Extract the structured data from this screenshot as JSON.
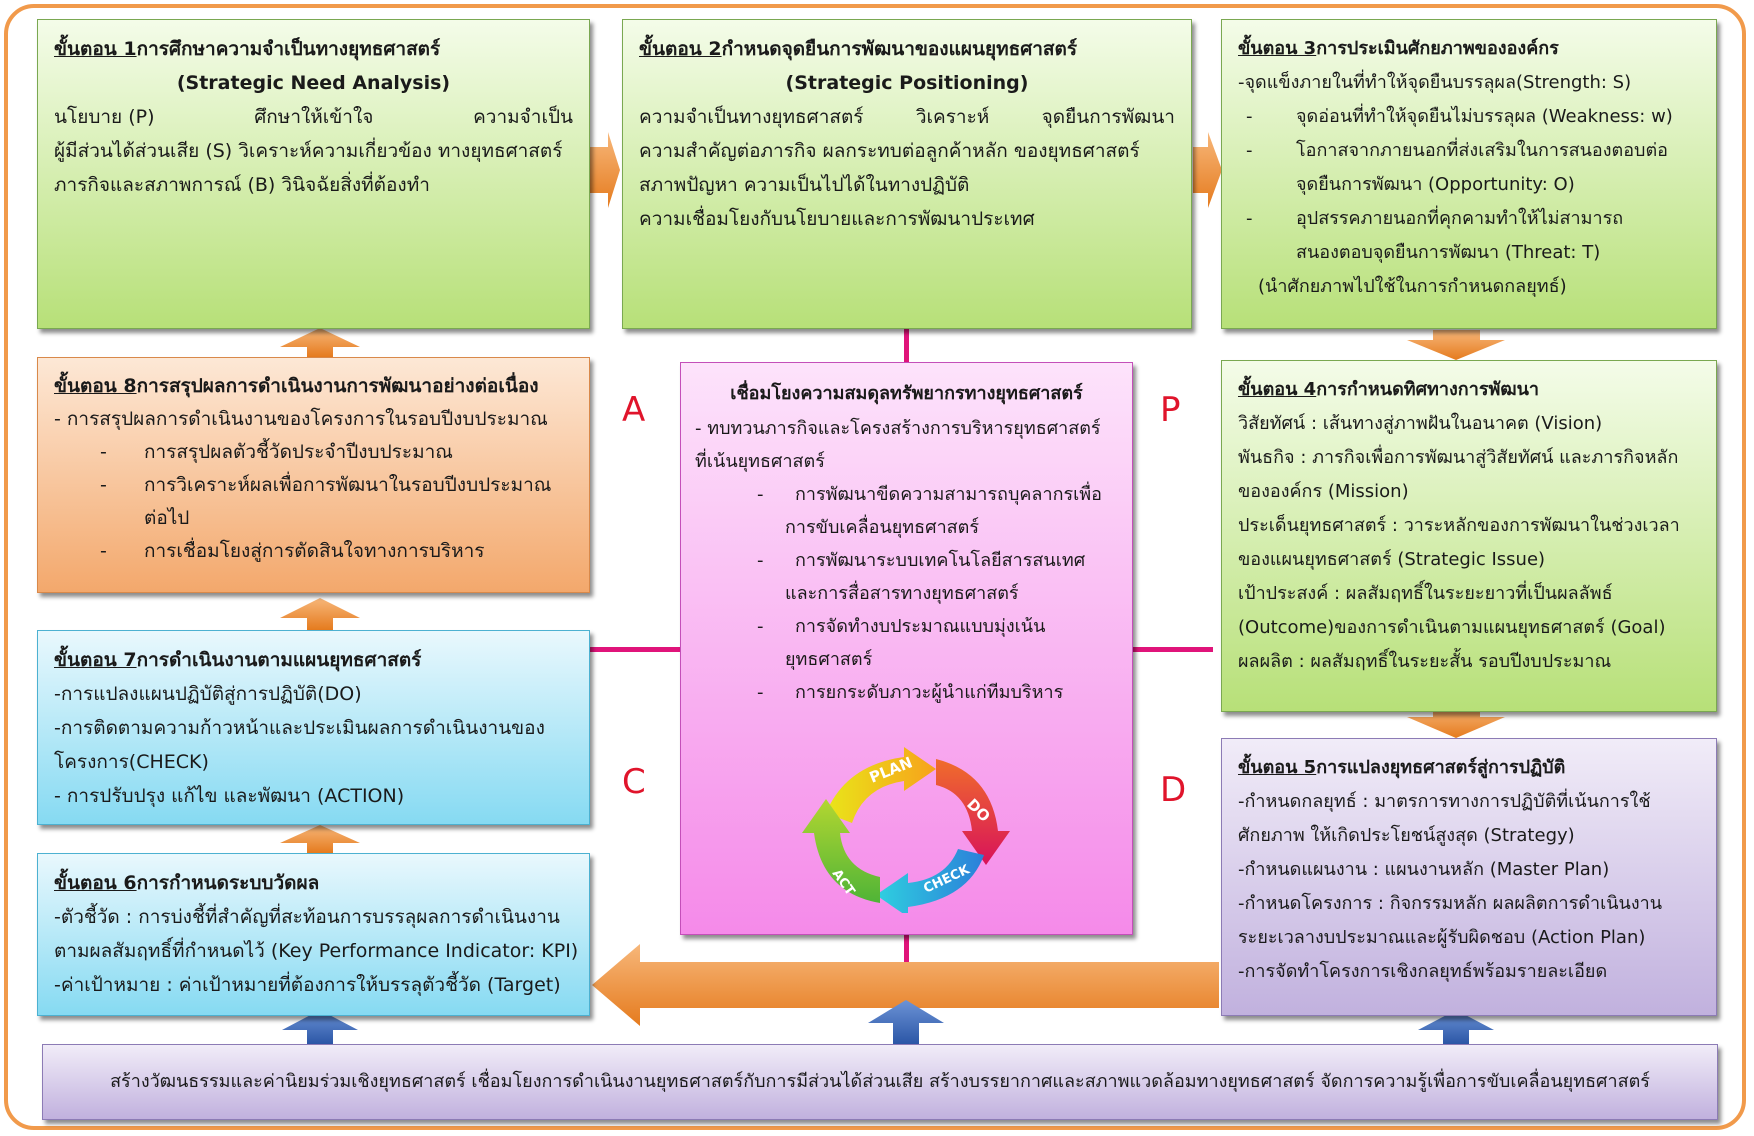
{
  "step1": {
    "title_prefix": "ขั้นตอน 1",
    "title_text": "การศึกษาความจำเป็นทางยุทธศาสตร์",
    "subtitle": "(Strategic Need Analysis)",
    "rows": [
      [
        "นโยบาย (P)",
        "ศึกษาให้เข้าใจ",
        "ความจำเป็น"
      ],
      [
        "ผู้มีส่วนได้ส่วนเสีย (S)",
        "วิเคราะห์ความเกี่ยวข้อง",
        "ทางยุทธศาสตร์"
      ],
      [
        "ภารกิจและสภาพการณ์ (B)",
        "วินิจฉัยสิ่งที่ต้องทำ",
        ""
      ]
    ]
  },
  "step2": {
    "title_prefix": "ขั้นตอน 2",
    "title_text": "กำหนดจุดยืนการพัฒนาของแผนยุทธศาสตร์",
    "subtitle": "(Strategic Positioning)",
    "rows": [
      [
        "ความจำเป็นทางยุทธศาสตร์",
        "วิเคราะห์",
        "จุดยืนการพัฒนา"
      ],
      [
        "ความสำคัญต่อภารกิจ",
        "ผลกระทบต่อลูกค้าหลัก",
        "ของยุทธศาสตร์"
      ],
      [
        "สภาพปัญหา",
        "ความเป็นไปได้ในทางปฏิบัติ",
        ""
      ]
    ],
    "last": "ความเชื่อมโยงกับนโยบายและการพัฒนาประเทศ"
  },
  "step3": {
    "title_prefix": "ขั้นตอน 3",
    "title_text": "การประเมินศักยภาพขององค์กร",
    "l1": "-จุดแข็งภายในที่ทำให้จุดยืนบรรลุผล(Strength: S)",
    "l2": "จุดอ่อนที่ทำให้จุดยืนไม่บรรลุผล (Weakness: w)",
    "l3a": "โอกาสจากภายนอกที่ส่งเสริมในการสนองตอบต่อ",
    "l3b": "จุดยืนการพัฒนา (Opportunity: O)",
    "l4a": "อุปสรรคภายนอกที่คุกคามทำให้ไม่สามารถ",
    "l4b": "สนองตอบจุดยืนการพัฒนา (Threat: T)",
    "l5": "(นำศักยภาพไปใช้ในการกำหนดกลยุทธ์)"
  },
  "step4": {
    "title_prefix": "ขั้นตอน 4",
    "title_text": "การกำหนดทิศทางการพัฒนา",
    "lines": [
      "วิสัยทัศน์ : เส้นทางสู่ภาพฝันในอนาคต (Vision)",
      "พันธกิจ : ภารกิจเพื่อการพัฒนาสู่วิสัยทัศน์ และภารกิจหลัก",
      "ขององค์กร (Mission)",
      "ประเด็นยุทธศาสตร์ : วาระหลักของการพัฒนาในช่วงเวลา",
      "ของแผนยุทธศาสตร์ (Strategic Issue)",
      "เป้าประสงค์ : ผลสัมฤทธิ์ในระยะยาวที่เป็นผลลัพธ์",
      "(Outcome)ของการดำเนินตามแผนยุทธศาสตร์ (Goal)",
      "ผลผลิต : ผลสัมฤทธิ์ในระยะสั้น รอบปีงบประมาณ"
    ]
  },
  "step5": {
    "title_prefix": "ขั้นตอน 5",
    "title_text": "การแปลงยุทธศาสตร์สู่การปฏิบัติ",
    "lines": [
      "-กำหนดกลยุทธ์ : มาตรการทางการปฏิบัติที่เน้นการใช้",
      "ศักยภาพ ให้เกิดประโยชน์สูงสุด (Strategy)",
      "-กำหนดแผนงาน :  แผนงานหลัก (Master Plan)",
      "-กำหนดโครงการ : กิจกรรมหลัก ผลผลิตการดำเนินงาน",
      "ระยะเวลางบประมาณและผู้รับผิดชอบ (Action Plan)",
      "-การจัดทำโครงการเชิงกลยุทธ์พร้อมรายละเอียด"
    ]
  },
  "step6": {
    "title_prefix": "ขั้นตอน 6",
    "title_text": "การกำหนดระบบวัดผล",
    "lines": [
      "-ตัวชี้วัด : การบ่งชี้ที่สำคัญที่สะท้อนการบรรลุผลการดำเนินงาน",
      "ตามผลสัมฤทธิ์ที่กำหนดไว้ (Key Performance Indicator: KPI)",
      "-ค่าเป้าหมาย : ค่าเป้าหมายที่ต้องการให้บรรลุตัวชี้วัด (Target)"
    ]
  },
  "step7": {
    "title_prefix": "ขั้นตอน 7",
    "title_text": "การดำเนินงานตามแผนยุทธศาสตร์",
    "lines": [
      "-การแปลงแผนปฏิบัติสู่การปฏิบัติ(DO)",
      "-การติดตามความก้าวหน้าและประเมินผลการดำเนินงานของ",
      "โครงการ(CHECK)",
      "- การปรับปรุง แก้ไข และพัฒนา (ACTION)"
    ]
  },
  "step8": {
    "title_prefix": "ขั้นตอน 8",
    "title_text": "การสรุปผลการดำเนินงานการพัฒนาอย่างต่อเนื่อง",
    "l1": "- การสรุปผลการดำเนินงานของโครงการในรอบปีงบประมาณ",
    "b1": "การสรุปผลตัวชี้วัดประจำปีงบประมาณ",
    "b2a": "การวิเคราะห์ผลเพื่อการพัฒนาในรอบปีงบประมาณ",
    "b2b": "ต่อไป",
    "b3": "การเชื่อมโยงสู่การตัดสินใจทางการบริหาร"
  },
  "center": {
    "title": "เชื่อมโยงความสมดุลทรัพยากรทางยุทธศาสตร์",
    "l1a": "- ทบทวนภารกิจและโครงสร้างการบริหารยุทธศาสตร์",
    "l1b": "ที่เน้นยุทธศาสตร์",
    "b1a": "การพัฒนาขีดความสามารถบุคลากรเพื่อ",
    "b1b": "การขับเคลื่อนยุทธศาสตร์",
    "b2a": "การพัฒนาระบบเทคโนโลยีสารสนเทศ",
    "b2b": "และการสื่อสารทางยุทธศาสตร์",
    "b3a": "การจัดทำงบประมาณแบบมุ่งเน้น",
    "b3b": "ยุทธศาสตร์",
    "b4": "การยกระดับภาวะผู้นำแก่ทีมบริหาร",
    "cycle": {
      "plan": "PLAN",
      "do": "DO",
      "check": "CHECK",
      "act": "ACT"
    }
  },
  "letters": {
    "a": "A",
    "p": "P",
    "c": "C",
    "d": "D"
  },
  "dash": "-",
  "bottom": "สร้างวัฒนธรรมและค่านิยมร่วมเชิงยุทธศาสตร์ เชื่อมโยงการดำเนินงานยุทธศาสตร์กับการมีส่วนได้ส่วนเสีย  สร้างบรรยากาศและสภาพแวดล้อมทางยุทธศาสตร์ จัดการความรู้เพื่อการขับเคลื่อนยุทธศาสตร์",
  "colors": {
    "frame": "#f19a4b",
    "arrow_orange": "#ef8a2e",
    "arrow_blue": "#3b67b8",
    "connector": "#e0147a",
    "letter": "#e0142b"
  }
}
